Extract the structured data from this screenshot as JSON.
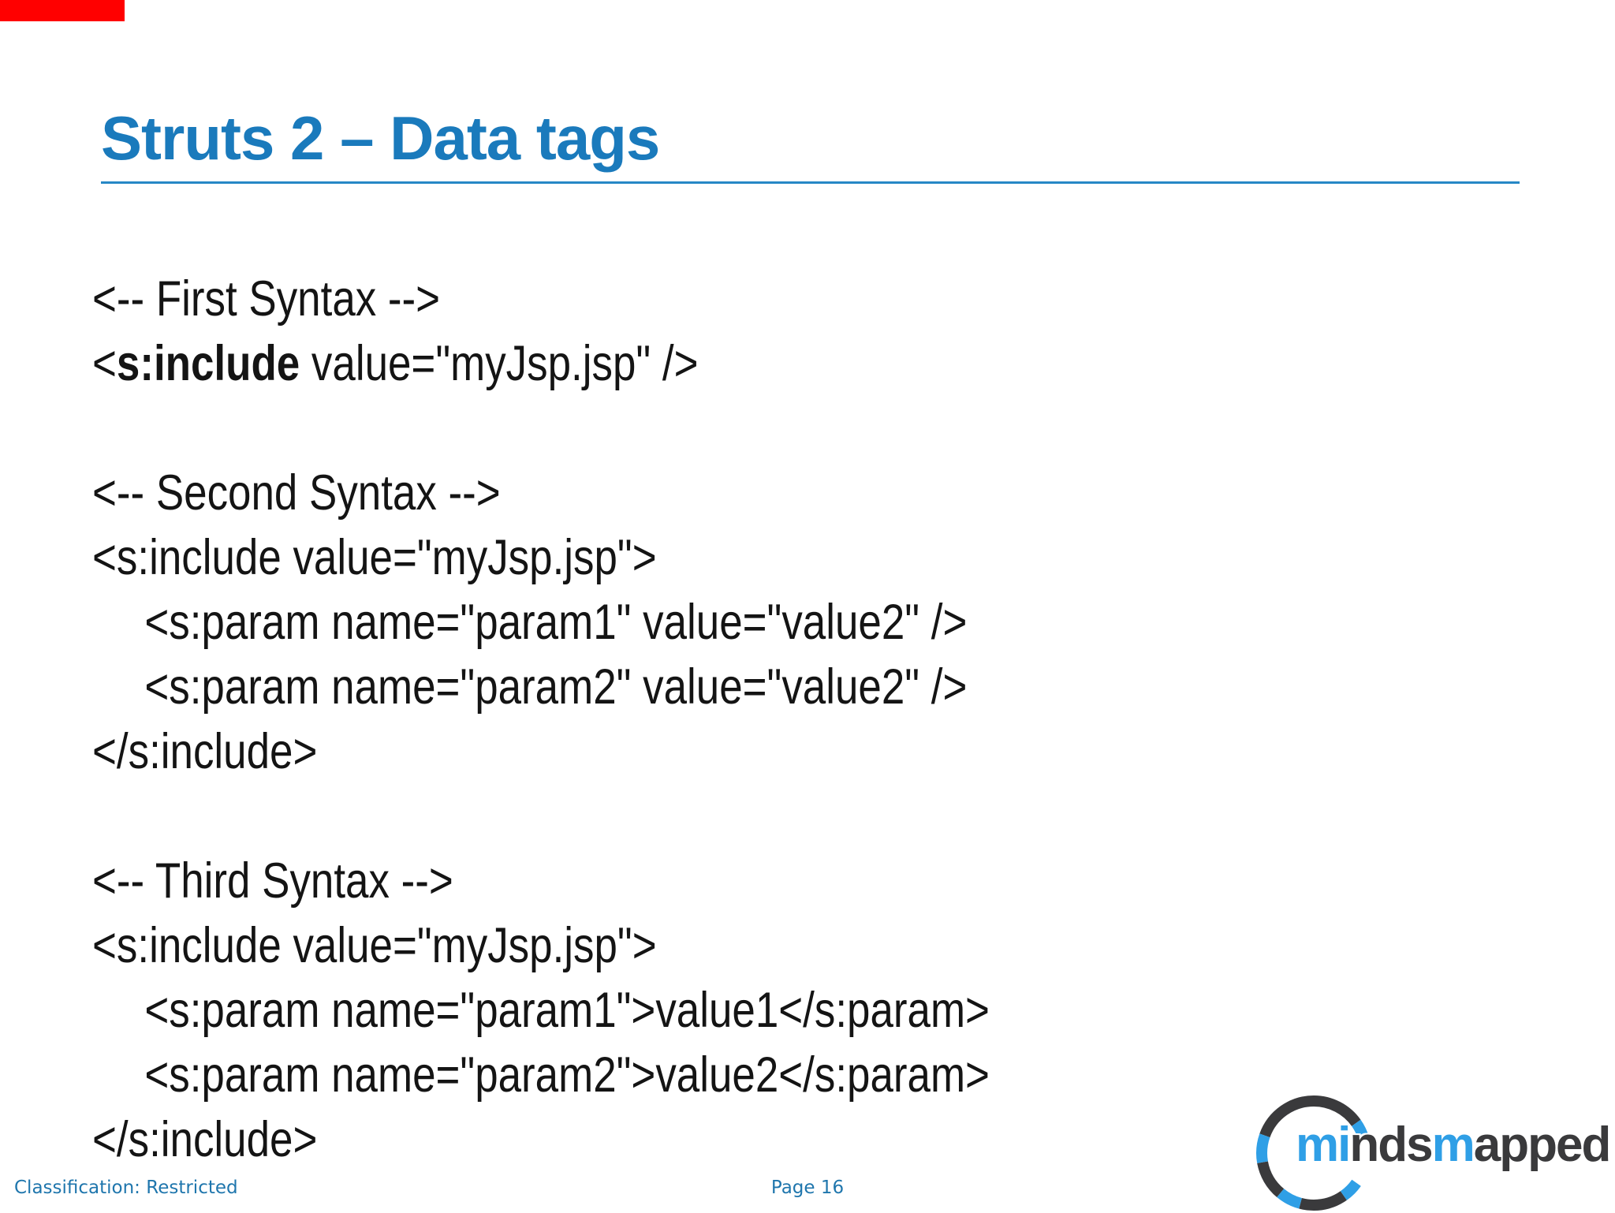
{
  "header": {
    "title": "Struts 2 – Data tags"
  },
  "code": {
    "lines": [
      {
        "indent": false,
        "segments": [
          {
            "text": "<-- First Syntax -->",
            "bold": false
          }
        ]
      },
      {
        "indent": false,
        "segments": [
          {
            "text": "<",
            "bold": false
          },
          {
            "text": "s:include",
            "bold": true
          },
          {
            "text": " value=\"myJsp.jsp\" />",
            "bold": false
          }
        ]
      },
      {
        "blank": true
      },
      {
        "indent": false,
        "segments": [
          {
            "text": "<-- Second Syntax -->",
            "bold": false
          }
        ]
      },
      {
        "indent": false,
        "segments": [
          {
            "text": "<s:include value=\"myJsp.jsp\">",
            "bold": false
          }
        ]
      },
      {
        "indent": true,
        "segments": [
          {
            "text": "<s:param name=\"param1\" value=\"value2\" />",
            "bold": false
          }
        ]
      },
      {
        "indent": true,
        "segments": [
          {
            "text": "<s:param name=\"param2\" value=\"value2\" />",
            "bold": false
          }
        ]
      },
      {
        "indent": false,
        "segments": [
          {
            "text": "</s:include>",
            "bold": false
          }
        ]
      },
      {
        "blank": true
      },
      {
        "indent": false,
        "segments": [
          {
            "text": "<-- Third Syntax -->",
            "bold": false
          }
        ]
      },
      {
        "indent": false,
        "segments": [
          {
            "text": "<s:include value=\"myJsp.jsp\">",
            "bold": false
          }
        ]
      },
      {
        "indent": true,
        "segments": [
          {
            "text": "<s:param name=\"param1\">value1</s:param>",
            "bold": false
          }
        ]
      },
      {
        "indent": true,
        "segments": [
          {
            "text": "<s:param name=\"param2\">value2</s:param>",
            "bold": false
          }
        ]
      },
      {
        "indent": false,
        "segments": [
          {
            "text": "</s:include>",
            "bold": false
          }
        ]
      }
    ]
  },
  "footer": {
    "classification": "Classification: Restricted",
    "page": "Page 16"
  },
  "logo": {
    "word_segments": [
      {
        "text": "mi",
        "color": "#2f9fe6"
      },
      {
        "text": "nds",
        "color": "#3a3a3c"
      },
      {
        "text": "m",
        "color": "#2f9fe6"
      },
      {
        "text": "apped",
        "color": "#3a3a3c"
      }
    ]
  },
  "colors": {
    "title_blue": "#1a7abc",
    "rule_blue": "#2688c6",
    "footer_blue": "#1f76ad",
    "code_text": "#141414",
    "red_bar": "#ff0000",
    "logo_blue": "#2f9fe6",
    "logo_dark": "#3a3a3c"
  }
}
